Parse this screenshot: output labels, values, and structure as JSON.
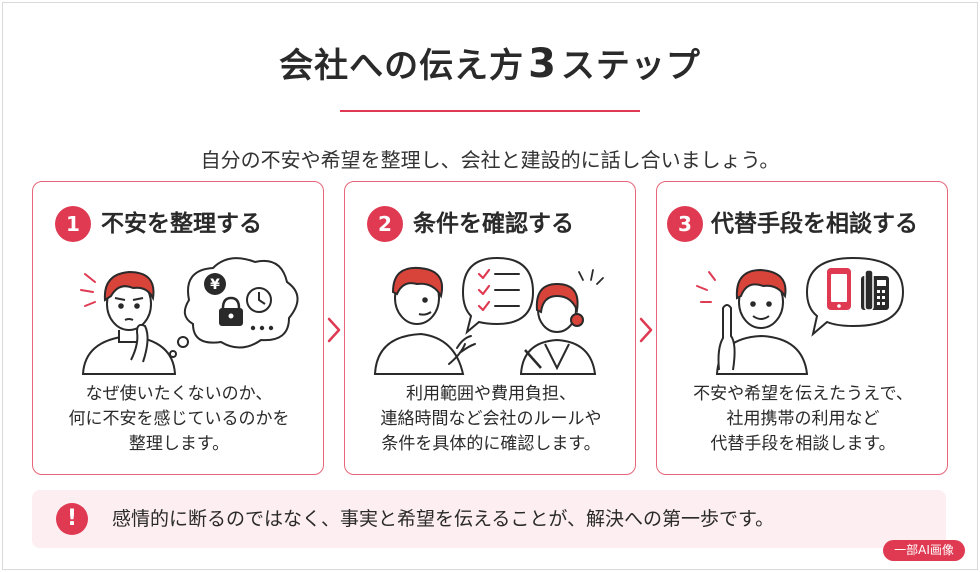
{
  "header": {
    "title_before": "会社への伝え方",
    "title_number": "3",
    "title_after": "ステップ",
    "subtitle": "自分の不安や希望を整理し、会社と建設的に話し合いましょう。"
  },
  "steps": [
    {
      "number": "1",
      "title": "不安を整理する",
      "description_lines": [
        "なぜ使いたくないのか、",
        "何に不安を感じているのかを",
        "整理します。"
      ],
      "icons": [
        "person-thinking-icon",
        "yen-icon",
        "clock-icon",
        "lock-icon",
        "ellipsis-icon"
      ],
      "icon_yen_glyph": "¥"
    },
    {
      "number": "2",
      "title": "条件を確認する",
      "description_lines": [
        "利用範囲や費用負担、",
        "連絡時間など会社のルールや",
        "条件を具体的に確認します。"
      ],
      "icons": [
        "person-explaining-icon",
        "checklist-icon",
        "person-writing-icon"
      ]
    },
    {
      "number": "3",
      "title": "代替手段を相談する",
      "description_lines": [
        "不安や希望を伝えたうえで、",
        "社用携帯の利用など",
        "代替手段を相談します。"
      ],
      "icons": [
        "person-pointing-icon",
        "smartphone-icon",
        "office-phone-icon"
      ]
    }
  ],
  "note": {
    "icon_glyph": "!",
    "text": "感情的に断るのではなく、事実と希望を伝えることが、解決への第一歩です。"
  },
  "badge": {
    "label": "一部AI画像"
  },
  "colors": {
    "accent": "#e03a52",
    "card_border": "#e6657a",
    "note_bg": "#fdeef1",
    "text": "#2a2a2a",
    "hair": "#d8433a",
    "skin": "#ffffff"
  }
}
